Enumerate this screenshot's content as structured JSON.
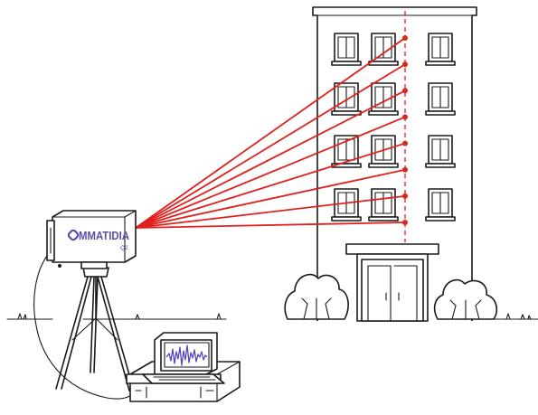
{
  "device": {
    "brand": "MMATIDIA",
    "model": "Q2",
    "logo_icon": "ring-logo-icon"
  },
  "colors": {
    "laser": "#e0201c",
    "laser_point": "#d8291f",
    "brand": "#5a4fa6",
    "laptop_wave": "#5b46b8",
    "ink": "#1a1a1a"
  },
  "icons": {
    "camera": "camera-unit-icon",
    "tripod": "tripod-icon",
    "building": "building-icon",
    "laptop": "laptop-icon",
    "case": "carrying-case-icon",
    "shrub": "shrub-icon"
  },
  "measurement": {
    "point_count": 8
  }
}
